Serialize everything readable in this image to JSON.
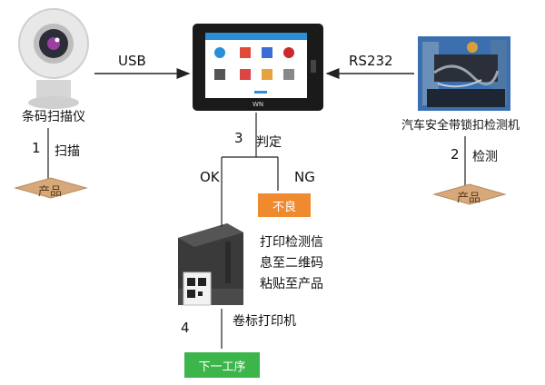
{
  "scanner": {
    "name": "条码扫描仪"
  },
  "tester": {
    "name": "汽车安全带锁扣检测机"
  },
  "links": {
    "usb": "USB",
    "rs232": "RS232"
  },
  "steps": [
    {
      "num": "1",
      "label": "扫描"
    },
    {
      "num": "2",
      "label": "检测"
    },
    {
      "num": "3",
      "label": "判定"
    },
    {
      "num": "4",
      "label": "卷标打印机"
    }
  ],
  "product_label": "产品",
  "judge": {
    "ok": "OK",
    "ng": "NG",
    "reject": "不良"
  },
  "printer": {
    "desc_lines": [
      "打印检测信",
      "息至二维码",
      "粘贴至产品"
    ]
  },
  "next_step": "下一工序",
  "hmi": {
    "logo": "WN"
  },
  "colors": {
    "reject": "#f08a2e",
    "next": "#3cb54a",
    "diamond": "#d6a87a"
  }
}
